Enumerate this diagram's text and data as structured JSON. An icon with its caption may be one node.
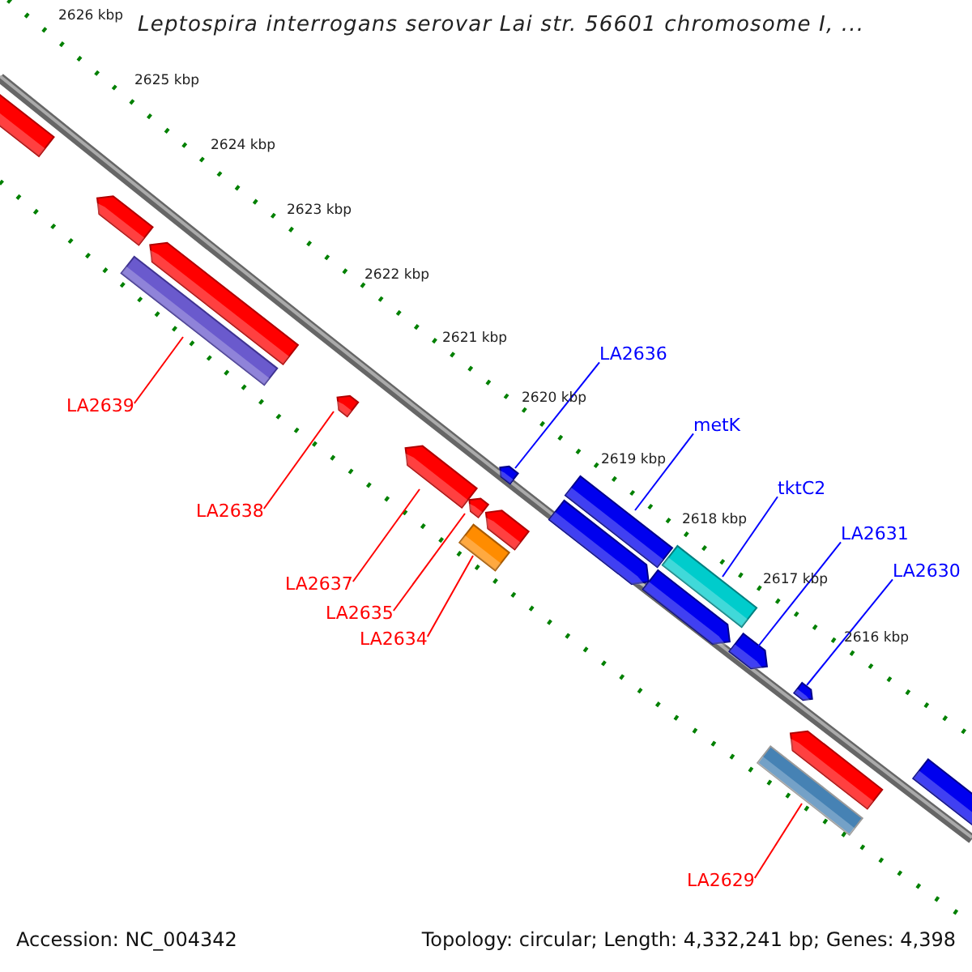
{
  "diagram": {
    "title": "Leptospira interrogans serovar Lai str. 56601 chromosome I, ...",
    "nodes": [
      {
        "text": [
          "LA2636"
        ]
      },
      {
        "text": [
          "LA2639"
        ]
      },
      {
        "text": [
          "metK"
        ]
      },
      {
        "text": [
          "tktC2"
        ]
      },
      {
        "text": [
          "LA2638"
        ]
      },
      {
        "text": [
          "LA2631"
        ]
      },
      {
        "text": [
          "LA2630"
        ]
      },
      {
        "text": [
          "LA2637"
        ]
      },
      {
        "text": [
          "LA2635"
        ]
      },
      {
        "text": [
          "LA2634"
        ]
      },
      {
        "text": [
          "LA2629"
        ]
      },
      {
        "text": [],
        "shape": "bar"
      },
      {
        "text": [],
        "shape": "bar"
      },
      {
        "text": [],
        "shape": "bar"
      },
      {
        "text": [],
        "shape": "bar"
      },
      {
        "text": [],
        "shape": "bar"
      },
      {
        "text": [],
        "shape": "bar"
      },
      {
        "text": [],
        "shape": "bar"
      },
      {
        "text": [],
        "shape": "bar"
      },
      {
        "text": [],
        "shape": "bar"
      },
      {
        "text": [],
        "shape": "bar"
      },
      {
        "text": [],
        "shape": "bar"
      },
      {
        "text": [],
        "shape": "bar"
      },
      {
        "text": [],
        "shape": "bar"
      },
      {
        "text": [],
        "shape": "bar"
      },
      {
        "text": [],
        "shape": "bar"
      },
      {
        "text": [],
        "shape": "bar"
      },
      {
        "text": [],
        "shape": "bar"
      },
      {
        "text": [],
        "shape": "bar"
      },
      {
        "text": [],
        "shape": "bar"
      }
    ],
    "edges": [
      {
        "from": 0,
        "to": 20,
        "arrow": "none",
        "color": "#0000ff"
      },
      {
        "from": 1,
        "to": 13,
        "arrow": "none"
      },
      {
        "from": 2,
        "to": 22,
        "arrow": "none",
        "color": "#0000ff"
      },
      {
        "from": 3,
        "to": 24,
        "arrow": "none",
        "color": "#0000ff"
      },
      {
        "from": 4,
        "to": 15,
        "arrow": "none"
      },
      {
        "from": 5,
        "to": 25,
        "arrow": "none",
        "color": "#0000ff"
      },
      {
        "from": 6,
        "to": 26,
        "arrow": "none",
        "color": "#0000ff"
      },
      {
        "from": 7,
        "to": 16,
        "arrow": "none"
      },
      {
        "from": 8,
        "to": 17,
        "arrow": "none"
      },
      {
        "from": 9,
        "to": 18,
        "arrow": "none"
      },
      {
        "from": 10,
        "to": 27,
        "arrow": "none"
      }
    ],
    "labels": [
      "2626 kbp",
      "2625 kbp",
      "2624 kbp",
      "2623 kbp",
      "2622 kbp",
      "2621 kbp",
      "2620 kbp",
      "2619 kbp",
      "2618 kbp",
      "2617 kbp",
      "2616 kbp",
      "Accession: NC_004342",
      "Topology: circular; Length: 4,332,241 bp; Genes: 4,398"
    ]
  }
}
